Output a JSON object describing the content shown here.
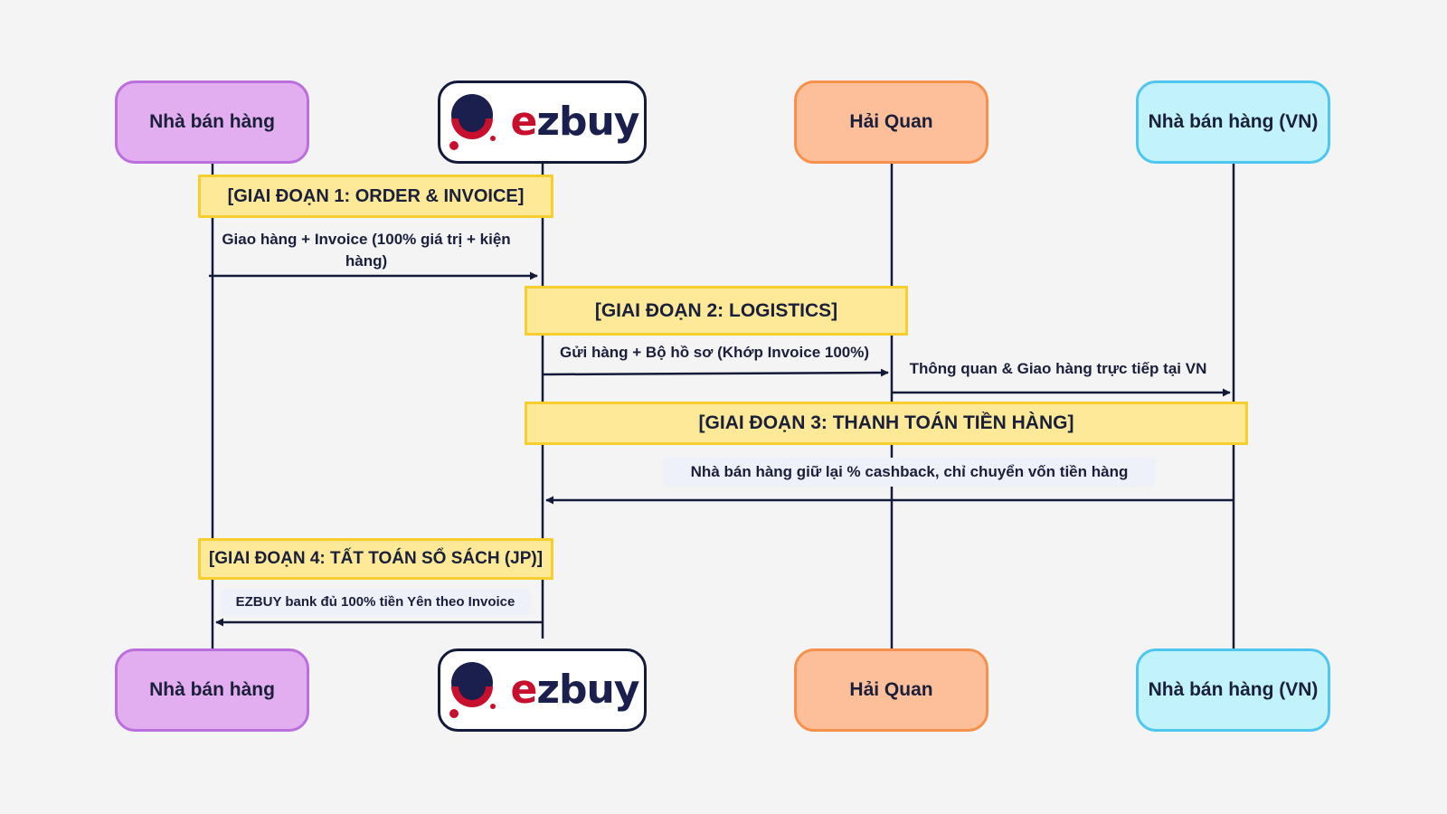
{
  "actors": {
    "seller": "Nhà bán hàng",
    "ezbuy": "ezbuy",
    "customs": "Hải Quan",
    "seller_vn": "Nhà bán hàng (VN)"
  },
  "phases": {
    "p1": "[GIAI ĐOẠN 1: ORDER & INVOICE]",
    "p2": "[GIAI ĐOẠN 2: LOGISTICS]",
    "p3": "[GIAI ĐOẠN 3: THANH TOÁN TIỀN HÀNG]",
    "p4": "[GIAI ĐOẠN 4: TẤT TOÁN SỔ SÁCH (JP)]"
  },
  "messages": {
    "m1": "Giao hàng + Invoice (100% giá trị + kiện hàng)",
    "m2": "Gửi hàng + Bộ hồ sơ (Khớp Invoice 100%)",
    "m3": "Thông quan & Giao hàng trực tiếp tại VN",
    "m4": "Nhà bán hàng giữ lại % cashback, chỉ chuyển vốn tiền hàng",
    "m5": "EZBUY bank đủ 100% tiền Yên theo Invoice"
  },
  "colors": {
    "seller": "#e3aef0",
    "customs": "#fdbf9a",
    "seller_vn": "#c2f3fd",
    "phase": "#fde998",
    "logo_red": "#c8102e",
    "logo_navy": "#1b1f4d"
  }
}
